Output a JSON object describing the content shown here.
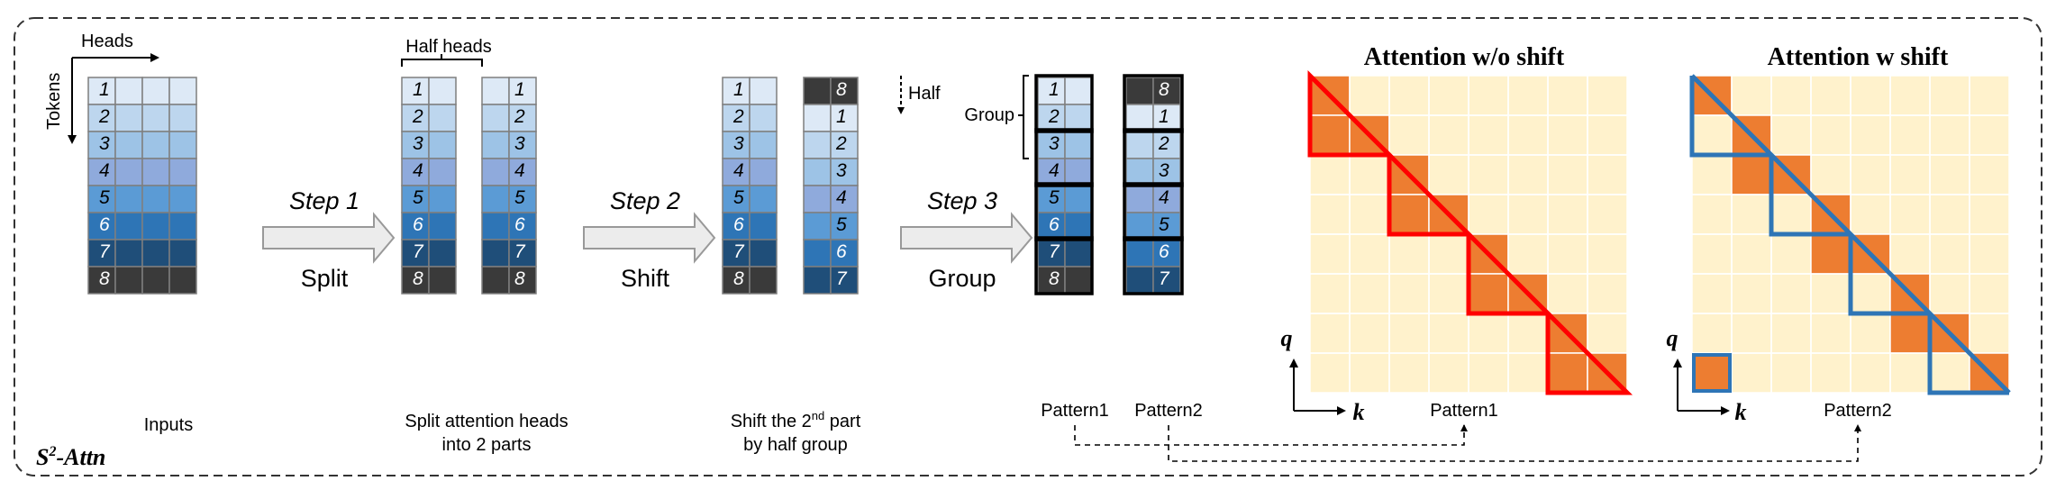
{
  "frame": {
    "label_main": "S",
    "label_sup": "2",
    "label_rest": "-Attn"
  },
  "axes": {
    "heads": "Heads",
    "tokens": "Tokens"
  },
  "inputs": {
    "caption": "Inputs"
  },
  "steps": [
    {
      "title": "Step 1",
      "name": "Split"
    },
    {
      "title": "Step 2",
      "name": "Shift"
    },
    {
      "title": "Step 3",
      "name": "Group"
    }
  ],
  "split": {
    "bracket_label": "Half heads",
    "caption_line1": "Split attention heads",
    "caption_line2": "into 2 parts"
  },
  "shift": {
    "half_label": "Half",
    "caption_prefix": "Shift the 2",
    "caption_sup": "nd",
    "caption_suffix": " part",
    "caption_line2": "by half group"
  },
  "group": {
    "group_label": "Group",
    "pattern1": "Pattern1",
    "pattern2": "Pattern2"
  },
  "token_numbers": [
    "1",
    "2",
    "3",
    "4",
    "5",
    "6",
    "7",
    "8"
  ],
  "shifted_numbers": [
    "8",
    "1",
    "2",
    "3",
    "4",
    "5",
    "6",
    "7"
  ],
  "colors": {
    "row": [
      "#dde9f6",
      "#bdd6ee",
      "#9dc3e6",
      "#8faadc",
      "#5b9bd5",
      "#2e75b6",
      "#1f4e79",
      "#3a3a3a"
    ],
    "matrix_bg": "#fff2cc",
    "matrix_fill": "#ed7d31",
    "red": "#ff0000",
    "blue": "#2e75b6"
  },
  "attn_no_shift": {
    "title": "Attention w/o shift",
    "q": "q",
    "k": "k",
    "pattern": "Pattern1"
  },
  "attn_shift": {
    "title": "Attention w shift",
    "q": "q",
    "k": "k",
    "pattern": "Pattern2"
  }
}
